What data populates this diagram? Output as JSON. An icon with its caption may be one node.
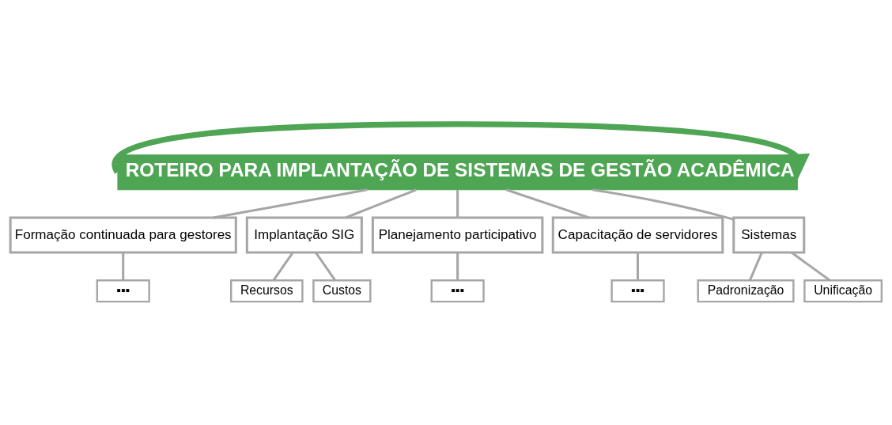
{
  "diagram": {
    "nodes": [
      {
        "text": [
          "ROTEIRO PARA IMPLANTAÇÃO DE SISTEMAS DE GESTÃO ACADÊMICA"
        ]
      },
      {
        "text": [
          "Formação continuada para gestores"
        ]
      },
      {
        "text": [
          "Implantação SIG"
        ]
      },
      {
        "text": [
          "Planejamento participativo"
        ]
      },
      {
        "text": [
          "Capacitação de servidores"
        ]
      },
      {
        "text": [
          "Sistemas"
        ]
      },
      {
        "text": [
          "▪▪▪"
        ]
      },
      {
        "text": [
          "Recursos"
        ]
      },
      {
        "text": [
          "Custos"
        ]
      },
      {
        "text": [
          "▪▪▪"
        ]
      },
      {
        "text": [
          "▪▪▪"
        ]
      },
      {
        "text": [
          "Padronização"
        ]
      },
      {
        "text": [
          "Unificação"
        ]
      }
    ],
    "edges": [
      {
        "from": 0,
        "to": 1,
        "arrow": "none"
      },
      {
        "from": 0,
        "to": 2,
        "arrow": "none"
      },
      {
        "from": 0,
        "to": 3,
        "arrow": "none"
      },
      {
        "from": 0,
        "to": 4,
        "arrow": "none"
      },
      {
        "from": 0,
        "to": 5,
        "arrow": "none"
      },
      {
        "from": 1,
        "to": 6,
        "arrow": "none"
      },
      {
        "from": 2,
        "to": 7,
        "arrow": "none"
      },
      {
        "from": 2,
        "to": 8,
        "arrow": "none"
      },
      {
        "from": 3,
        "to": 9,
        "arrow": "none"
      },
      {
        "from": 4,
        "to": 10,
        "arrow": "none"
      },
      {
        "from": 5,
        "to": 11,
        "arrow": "none"
      },
      {
        "from": 5,
        "to": 12,
        "arrow": "none"
      },
      {
        "from": 0,
        "to": 0,
        "arrow": "to",
        "style": "thick",
        "color": "#4ea553"
      }
    ]
  }
}
